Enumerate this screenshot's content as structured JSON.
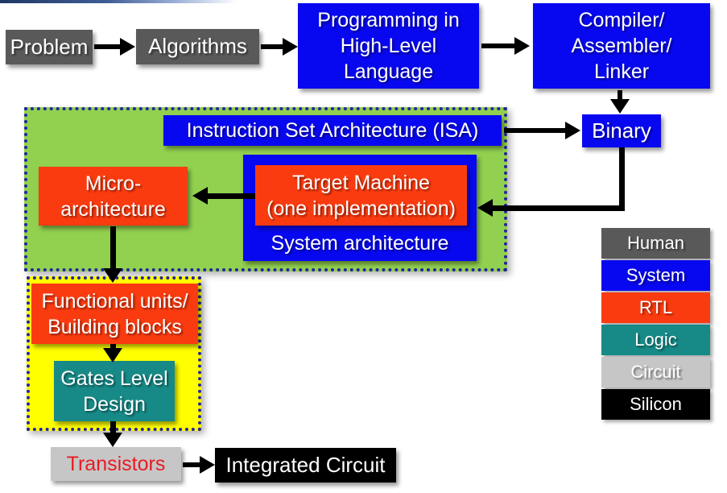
{
  "nodes": {
    "problem": {
      "label": "Problem"
    },
    "algorithms": {
      "label": "Algorithms"
    },
    "programming": {
      "lines": [
        "Programming in",
        "High-Level",
        "Language"
      ]
    },
    "compiler": {
      "lines": [
        "Compiler/",
        "Assembler/",
        "Linker"
      ]
    },
    "isa": {
      "label": "Instruction Set Architecture (ISA)"
    },
    "binary": {
      "label": "Binary"
    },
    "micro": {
      "lines": [
        "Micro-",
        "architecture"
      ]
    },
    "target": {
      "lines": [
        "Target Machine",
        "(one implementation)"
      ]
    },
    "system_architecture": {
      "label": "System architecture"
    },
    "functional": {
      "lines": [
        "Functional units/",
        "Building blocks"
      ]
    },
    "gates": {
      "lines": [
        "Gates Level",
        "Design"
      ]
    },
    "transistors": {
      "label": "Transistors"
    },
    "integrated_circuit": {
      "label": "Integrated Circuit"
    }
  },
  "legend": {
    "items": [
      {
        "label": "Human",
        "bg": "#595959",
        "fg": "#ffffff"
      },
      {
        "label": "System",
        "bg": "#0808f0",
        "fg": "#ffffff"
      },
      {
        "label": "RTL",
        "bg": "#fa3b10",
        "fg": "#ffffff"
      },
      {
        "label": "Logic",
        "bg": "#178a87",
        "fg": "#ffffff"
      },
      {
        "label": "Circuit",
        "bg": "#c6c6c6",
        "fg": "#e81b23"
      },
      {
        "label": "Silicon",
        "bg": "#000000",
        "fg": "#ffffff"
      }
    ]
  },
  "connections": [
    "Problem -> Algorithms",
    "Algorithms -> Programming in High-Level Language",
    "Programming in High-Level Language -> Compiler/Assembler/Linker",
    "Compiler/Assembler/Linker -> Binary",
    "Instruction Set Architecture (ISA) -> Binary",
    "Binary -> Target Machine (one implementation)",
    "Target Machine (one implementation) -> Micro-architecture",
    "Micro-architecture -> Functional units/Building blocks",
    "Functional units/Building blocks -> Gates Level Design",
    "Gates Level Design -> Transistors",
    "Transistors -> Integrated Circuit"
  ],
  "colors": {
    "box_blue": "#0808f0",
    "box_gray": "#595959",
    "box_orange": "#fa3b10",
    "box_teal": "#178a87",
    "box_silver": "#c6c6c6",
    "box_black": "#000000",
    "region_green": "#92d050",
    "region_yellow": "#ffff00",
    "dotted_border": "#2323a3",
    "red_text": "#e81b23",
    "arrow": "#000000",
    "accent_line": "#1f3864"
  }
}
